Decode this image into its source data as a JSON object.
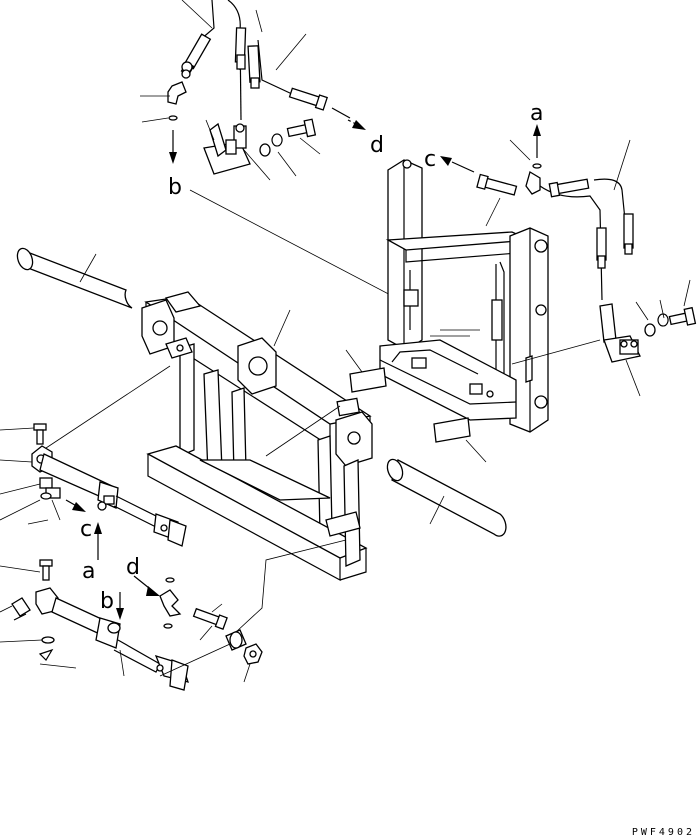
{
  "diagram": {
    "drawing_code": "PWF4902",
    "connection_labels": [
      {
        "id": "a-top",
        "text": "a"
      },
      {
        "id": "b-top",
        "text": "b"
      },
      {
        "id": "c-top",
        "text": "c"
      },
      {
        "id": "d-top",
        "text": "d"
      },
      {
        "id": "c-left",
        "text": "c"
      },
      {
        "id": "a-left",
        "text": "a"
      },
      {
        "id": "d-left",
        "text": "d"
      },
      {
        "id": "b-left",
        "text": "b"
      }
    ]
  }
}
